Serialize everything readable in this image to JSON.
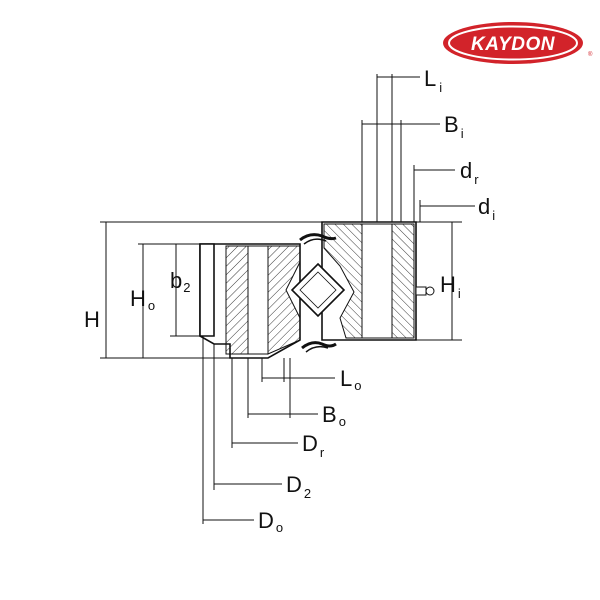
{
  "logo": {
    "text": "KAYDON",
    "reg": "®",
    "color": "#d2232a"
  },
  "labels": {
    "Li": {
      "main": "L",
      "sub": "i"
    },
    "Bi": {
      "main": "B",
      "sub": "i"
    },
    "dr": {
      "main": "d",
      "sub": "r"
    },
    "di": {
      "main": "d",
      "sub": "i"
    },
    "Hi": {
      "main": "H",
      "sub": "i"
    },
    "H": {
      "main": "H",
      "sub": ""
    },
    "Ho": {
      "main": "H",
      "sub": "o"
    },
    "b2": {
      "main": "b",
      "sub": "2"
    },
    "Lo": {
      "main": "L",
      "sub": "o"
    },
    "Bo": {
      "main": "B",
      "sub": "o"
    },
    "Dr": {
      "main": "D",
      "sub": "r"
    },
    "D2": {
      "main": "D",
      "sub": "2"
    },
    "Do": {
      "main": "D",
      "sub": "o"
    }
  }
}
